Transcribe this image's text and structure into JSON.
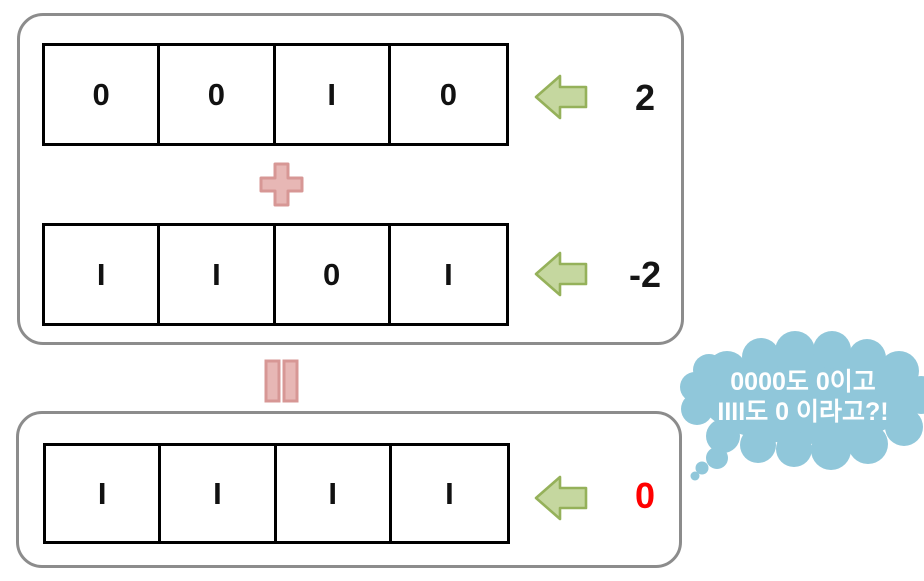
{
  "colors": {
    "container_border": "#8c8c8c",
    "cell_border": "#000000",
    "digit": "#111111",
    "arrow_fill": "#c5d79f",
    "arrow_stroke": "#95b15a",
    "operator_fill": "#e7b7b5",
    "operator_stroke": "#d79795",
    "cloud_fill": "#90c7da",
    "bubble_text": "#ffffff",
    "result_label": "#ff0000"
  },
  "top_group": {
    "row1": {
      "cells": [
        "0",
        "0",
        "1",
        "0"
      ],
      "label": "2"
    },
    "operator": "+",
    "row2": {
      "cells": [
        "1",
        "1",
        "0",
        "1"
      ],
      "label": "-2"
    }
  },
  "operator_between_groups": "=",
  "bottom_group": {
    "row3": {
      "cells": [
        "1",
        "1",
        "1",
        "1"
      ],
      "label": "0"
    }
  },
  "thought_bubble": {
    "line1": "0000도  0이고",
    "line2": "1111도 0 이라고?!"
  },
  "icons": {
    "arrow": "left-arrow-icon",
    "plus": "plus-icon",
    "equals": "equals-icon",
    "bubble": "thought-cloud"
  }
}
